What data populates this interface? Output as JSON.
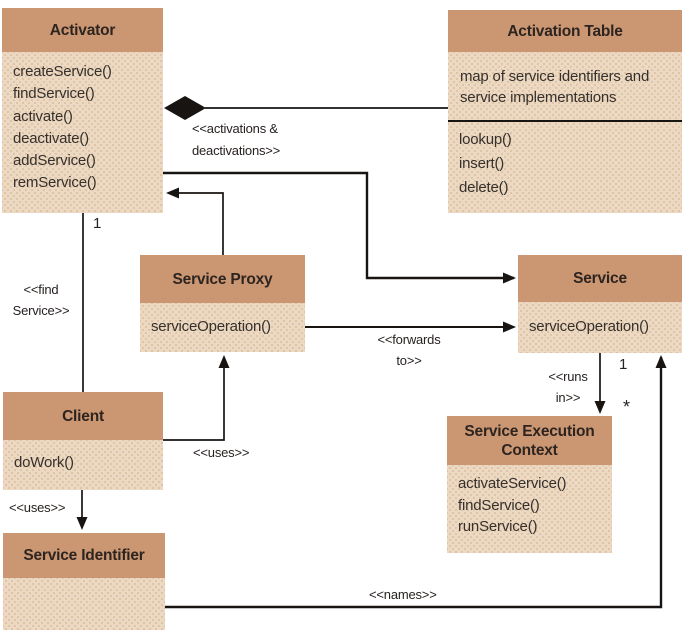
{
  "diagram": {
    "classes": {
      "activator": {
        "title": "Activator",
        "methods": [
          "createService()",
          "findService()",
          "activate()",
          "deactivate()",
          "addService()",
          "remService()"
        ]
      },
      "activation_table": {
        "title": "Activation Table",
        "attribute_lines": [
          "map of service identifiers and",
          "service implementations"
        ],
        "methods": [
          "lookup()",
          "insert()",
          "delete()"
        ]
      },
      "service_proxy": {
        "title": "Service Proxy",
        "methods": [
          "serviceOperation()"
        ]
      },
      "service": {
        "title": "Service",
        "methods": [
          "serviceOperation()"
        ]
      },
      "client": {
        "title": "Client",
        "methods": [
          "doWork()"
        ]
      },
      "service_execution_context": {
        "title_lines": [
          "Service Execution",
          "Context"
        ],
        "methods": [
          "activateService()",
          "findService()",
          "runService()"
        ]
      },
      "service_identifier": {
        "title": "Service Identifier",
        "methods": []
      }
    },
    "edge_labels": {
      "activations": [
        "<<activations &",
        "deactivations>>"
      ],
      "find_service": [
        "<<find",
        "Service>>"
      ],
      "forwards_to": [
        "<<forwards",
        "to>>"
      ],
      "uses_proxy": "<<uses>>",
      "uses_identifier": "<<uses>>",
      "runs_in": [
        "<<runs",
        "in>>"
      ],
      "names": "<<names>>"
    },
    "multiplicities": {
      "activator_client": "1",
      "service_names": "1",
      "context_star": "*"
    },
    "colors": {
      "header": "#cb9773",
      "body": "#ecd9c3",
      "line": "#171412",
      "background": "#ffffff"
    }
  }
}
